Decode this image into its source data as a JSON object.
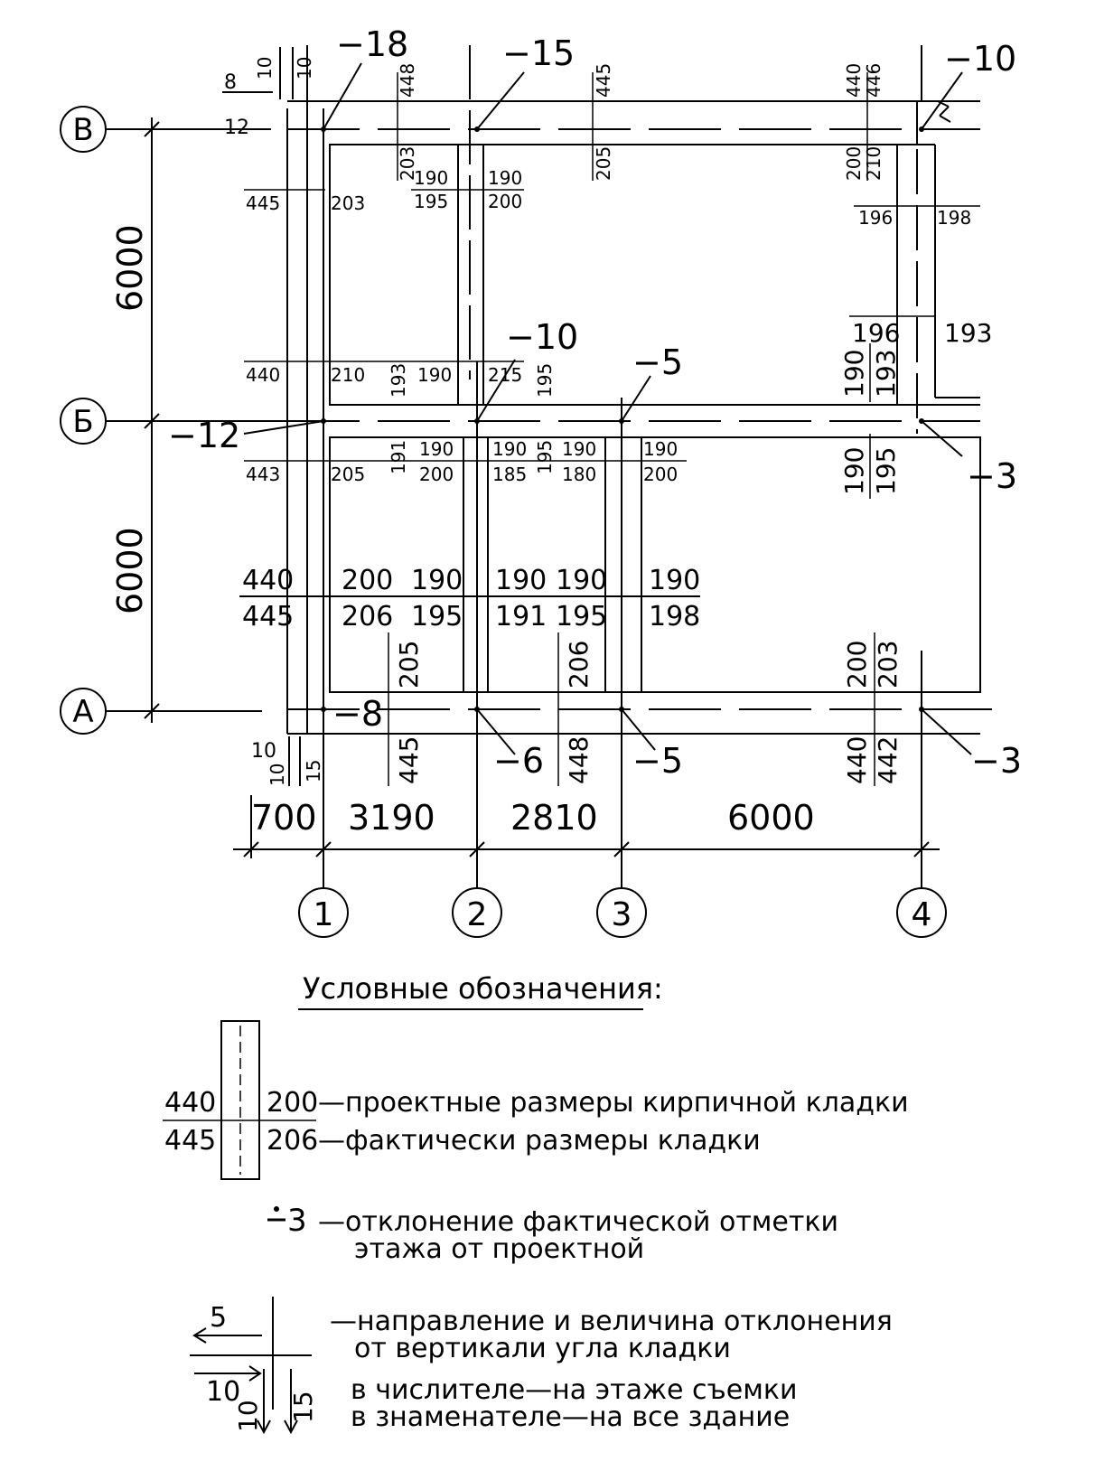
{
  "axes": {
    "rows": [
      {
        "id": "row-v",
        "label": "В"
      },
      {
        "id": "row-b",
        "label": "Б"
      },
      {
        "id": "row-a",
        "label": "А"
      }
    ],
    "cols": [
      {
        "id": "col-1",
        "label": "1"
      },
      {
        "id": "col-2",
        "label": "2"
      },
      {
        "id": "col-3",
        "label": "3"
      },
      {
        "id": "col-4",
        "label": "4"
      }
    ],
    "span_vertical": [
      "6000",
      "6000"
    ],
    "span_horizontal": [
      "700",
      "3190",
      "2810",
      "6000"
    ]
  },
  "elevation_marks": {
    "v1": "−18",
    "v2": "−15",
    "v4": "−10",
    "b1": "−12",
    "b2": "−10",
    "b3": "−5",
    "b4": "−3",
    "a1": "−8",
    "a2": "−6",
    "a3": "−5",
    "a4": "−3"
  },
  "corner_deviation": {
    "top_left": {
      "h": "8",
      "h2": "12",
      "v1": "10",
      "v2": "10"
    },
    "bottom_left": {
      "h": "10",
      "v1": "10",
      "v2": "15"
    }
  },
  "dimensions": {
    "row_v_top": [
      "448",
      "445",
      "440",
      "446"
    ],
    "row_v_bottom": [
      "203",
      "205",
      "200",
      "210"
    ],
    "v_a": [
      "445",
      "203"
    ],
    "v_b": [
      "190",
      "195",
      "190",
      "200"
    ],
    "v_c": [
      "196",
      "198"
    ],
    "v_d": [
      "196",
      "193"
    ],
    "mid_a": [
      "440",
      "210",
      "193",
      "190",
      "215",
      "195"
    ],
    "mid_r": [
      "190",
      "193"
    ],
    "b_r": [
      "190",
      "195"
    ],
    "b_low": [
      "191",
      "443",
      "205",
      "190",
      "200",
      "190",
      "185",
      "195",
      "190",
      "180",
      "190",
      "200"
    ],
    "low": [
      {
        "num": "440",
        "den": "445"
      },
      {
        "num": "200",
        "den": "206"
      },
      {
        "num": "190",
        "den": "195"
      },
      {
        "num": "190",
        "den": "191"
      },
      {
        "num": "190",
        "den": "195"
      },
      {
        "num": "190",
        "den": "198"
      }
    ],
    "a_up": [
      "205",
      "206",
      "200",
      "203"
    ],
    "a_down": [
      "445",
      "448",
      "440",
      "442"
    ]
  },
  "legend": {
    "title": "Условные обозначения:",
    "design_num": "440",
    "design_den": "445",
    "actual_num": "200",
    "actual_den": "206",
    "design_text": "—проектные размеры кирпичной кладки",
    "actual_text": "—фактически размеры кладки",
    "elev_sample": "3",
    "elev_text_1": "—отклонение фактической отметки",
    "elev_text_2": "этажа от проектной",
    "dev_h1": "5",
    "dev_h2": "10",
    "dev_v1": "10",
    "dev_v2": "15",
    "dev_text_1": "—направление и величина отклонения",
    "dev_text_2": "от вертикали угла кладки",
    "dev_text_3": "в числителе—на этаже съемки",
    "dev_text_4": "в знаменателе—на все здание"
  }
}
